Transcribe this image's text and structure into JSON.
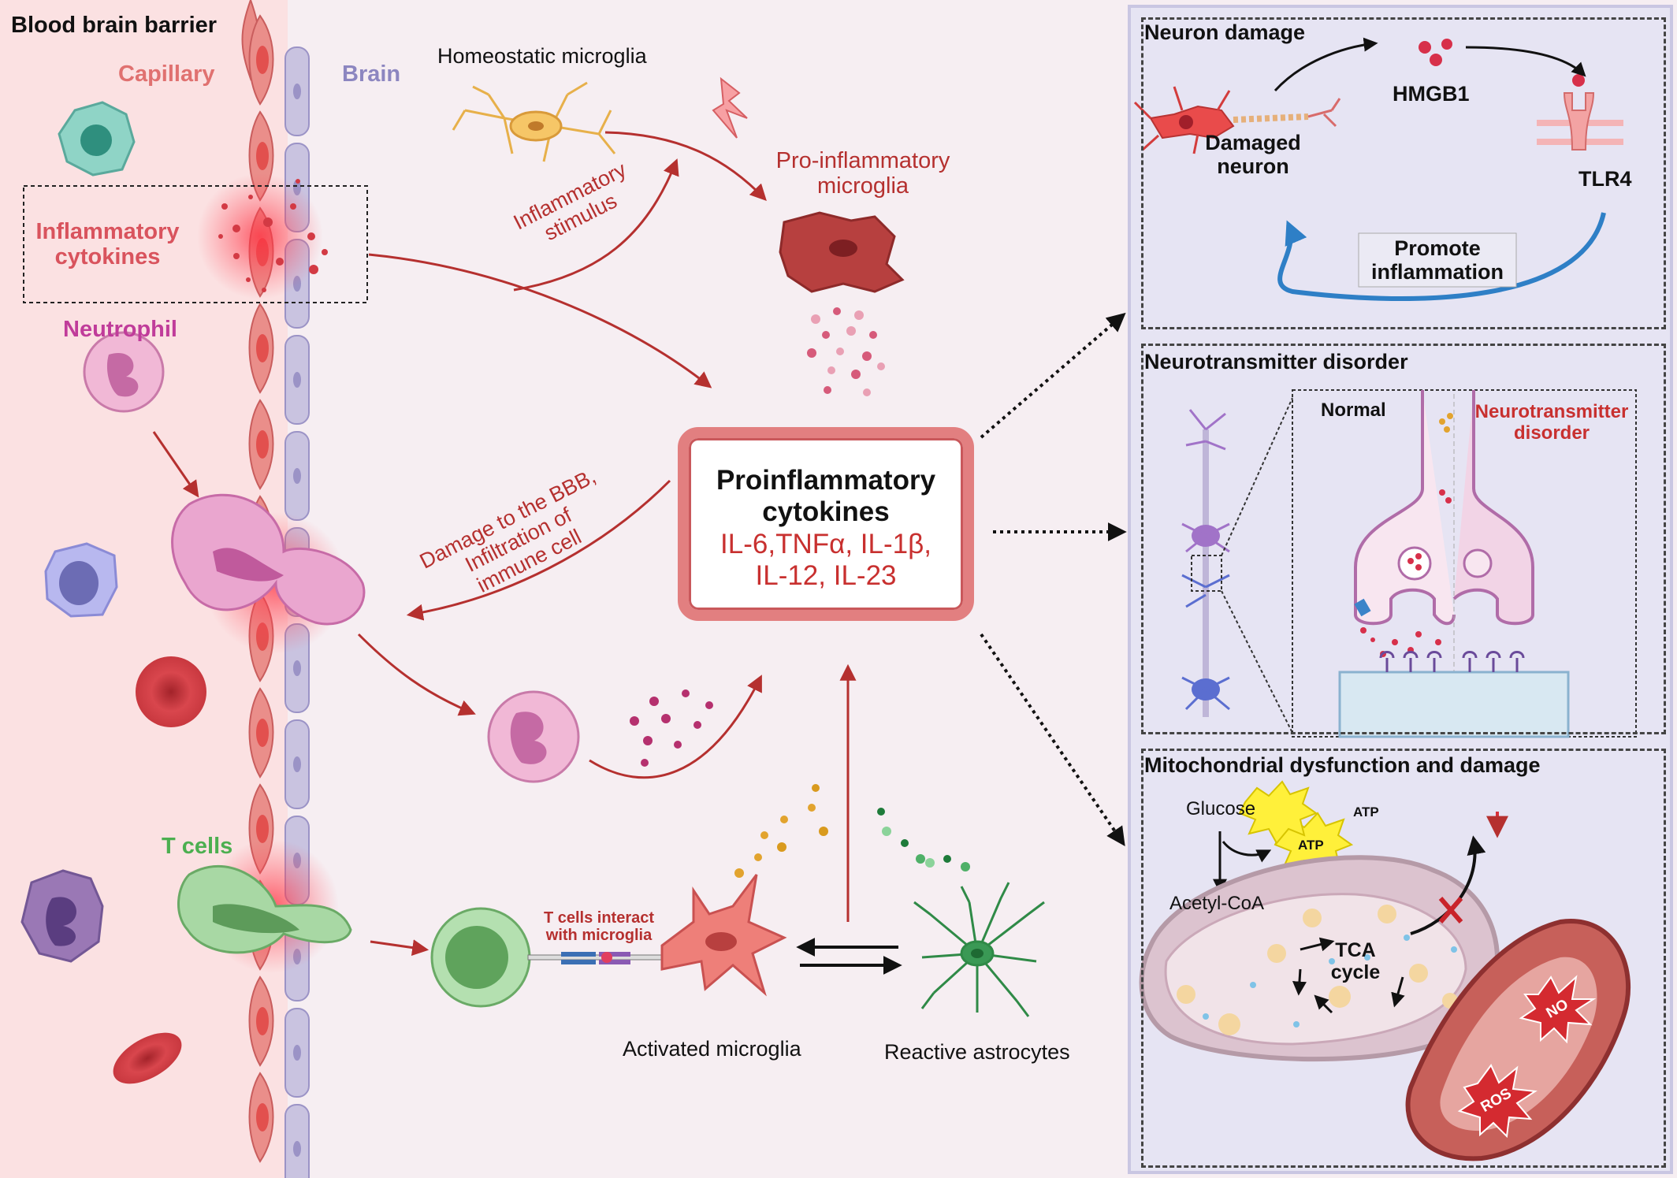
{
  "left": {
    "title": "Blood brain barrier",
    "capillary": "Capillary",
    "brain": "Brain",
    "inflammatory_cytokines": [
      "Inflammatory",
      "cytokines"
    ],
    "neutrophil": "Neutrophil",
    "t_cells": "T cells"
  },
  "center": {
    "homeostatic": "Homeostatic microglia",
    "stimulus": [
      "Inflammatory",
      "stimulus"
    ],
    "pro_microglia": [
      "Pro-inflammatory",
      "microglia"
    ],
    "bbb_damage": [
      "Damage to the BBB,",
      "Infiltration of",
      "immune cell"
    ],
    "core_title": [
      "Proinflammatory",
      "cytokines"
    ],
    "core_list": [
      "IL-6,TNFα, IL-1β,",
      "IL-12, IL-23"
    ],
    "t_interact": [
      "T cells interact",
      "with microglia"
    ],
    "activated": "Activated microglia",
    "astrocytes": "Reactive astrocytes"
  },
  "panel1": {
    "title": "Neuron damage",
    "damaged": [
      "Damaged",
      "neuron"
    ],
    "hmgb1": "HMGB1",
    "tlr4": "TLR4",
    "promote": [
      "Promote",
      "inflammation"
    ]
  },
  "panel2": {
    "title": "Neurotransmitter disorder",
    "normal": "Normal",
    "disorder": [
      "Neurotransmitter",
      "disorder"
    ]
  },
  "panel3": {
    "title": "Mitochondrial dysfunction and damage",
    "glucose": "Glucose",
    "acetyl": "Acetyl-CoA",
    "atp": "ATP",
    "tca": [
      "TCA",
      "cycle"
    ],
    "no": "NO",
    "ros": "ROS"
  },
  "colors": {
    "dark_red": "#b5302f",
    "label_red": "#d9535d",
    "brain_purple": "#8c86c0",
    "neutrophil_magenta": "#c03c9a",
    "t_cell_green": "#4caf50",
    "arrow_blue": "#2e7fc6"
  }
}
